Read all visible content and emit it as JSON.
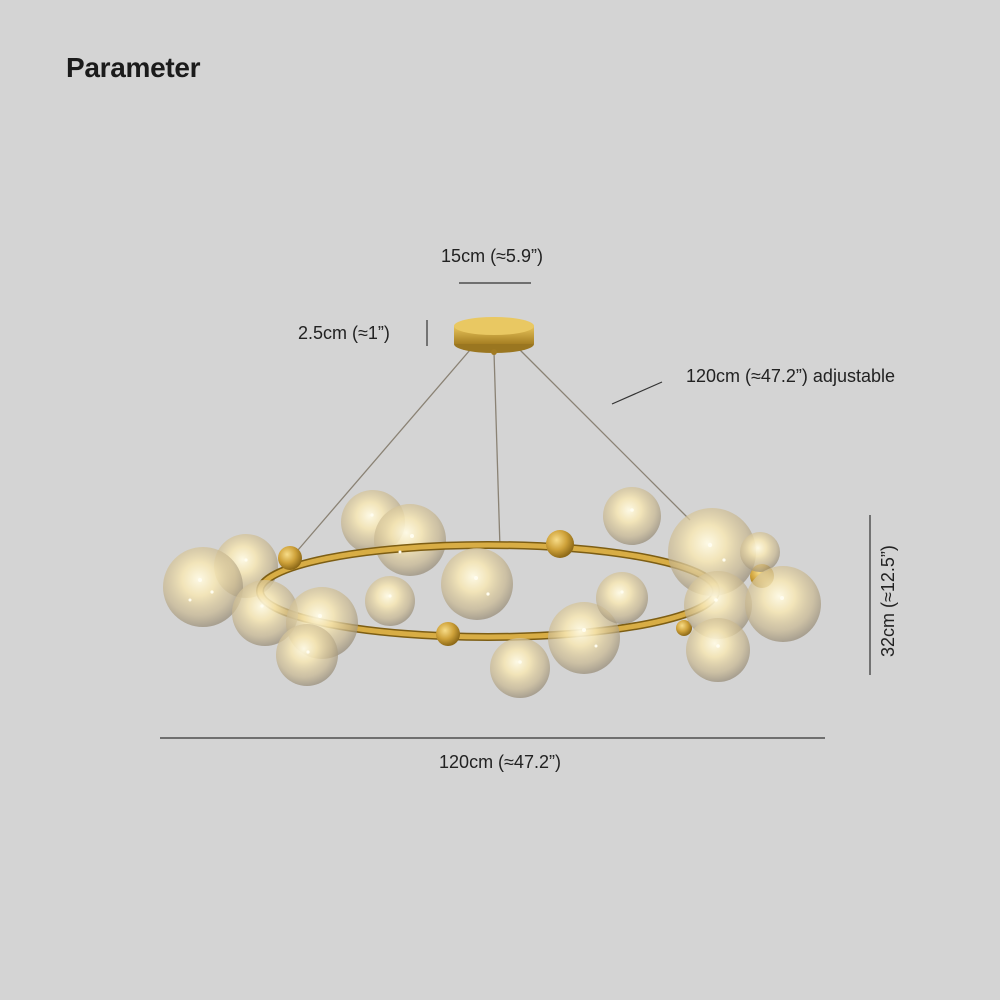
{
  "page": {
    "title": "Parameter",
    "background": "#d4d4d4"
  },
  "dimensions": {
    "canopy_width": "15cm (≈5.9”)",
    "canopy_height": "2.5cm (≈1”)",
    "cable_length": "120cm (≈47.2”) adjustable",
    "overall_height": "32cm (≈12.5”)",
    "overall_width": "120cm (≈47.2”)"
  },
  "product": {
    "icon": "chandelier-image",
    "frame_color": "#c9a033",
    "glow_color": "#fff3c4"
  }
}
